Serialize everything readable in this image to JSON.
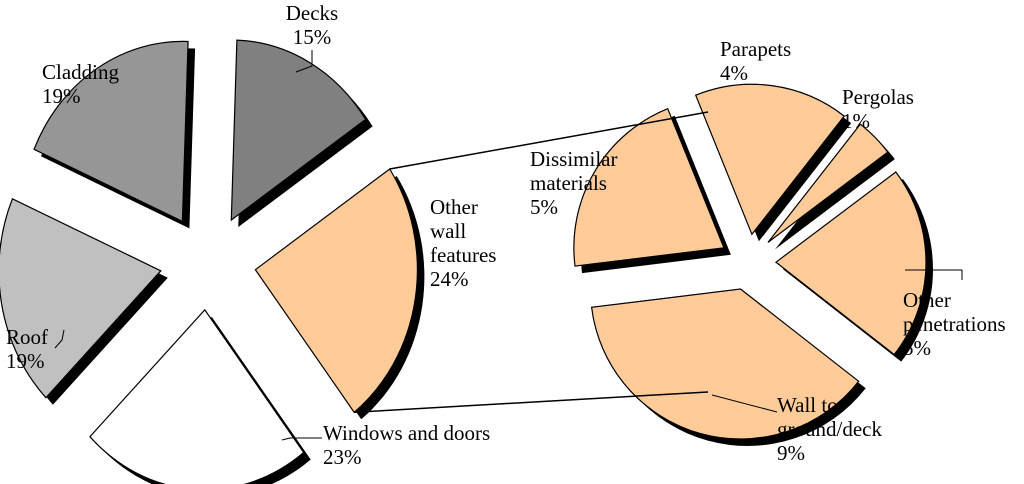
{
  "chart_data": {
    "type": "pie",
    "title": "",
    "main_pie": {
      "slices": [
        {
          "label_lines": [
            "Decks",
            "15%"
          ],
          "value": 15,
          "color": "#808080"
        },
        {
          "label_lines": [
            "Other",
            "wall",
            "features",
            "24%"
          ],
          "value": 24,
          "color": "#FFCC99"
        },
        {
          "label_lines": [
            "Windows and doors",
            "23%"
          ],
          "value": 23,
          "color": "#FFFFFF"
        },
        {
          "label_lines": [
            "Roof",
            "19%"
          ],
          "value": 19,
          "color": "#C0C0C0"
        },
        {
          "label_lines": [
            "Cladding",
            "19%"
          ],
          "value": 19,
          "color": "#969696"
        }
      ]
    },
    "secondary_pie": {
      "breakdown_of": "Other wall features",
      "slices": [
        {
          "label_lines": [
            "Parapets",
            "4%"
          ],
          "value": 4,
          "color": "#FFCC99"
        },
        {
          "label_lines": [
            "Pergolas",
            "1%"
          ],
          "value": 1,
          "color": "#FFCC99"
        },
        {
          "label_lines": [
            "Other",
            "penetrations",
            "5%"
          ],
          "value": 5,
          "color": "#FFCC99"
        },
        {
          "label_lines": [
            "Wall to",
            "ground/deck",
            "9%"
          ],
          "value": 9,
          "color": "#FFCC99"
        },
        {
          "label_lines": [
            "Dissimilar",
            "materials",
            "5%"
          ],
          "value": 5,
          "color": "#FFCC99"
        }
      ]
    }
  }
}
